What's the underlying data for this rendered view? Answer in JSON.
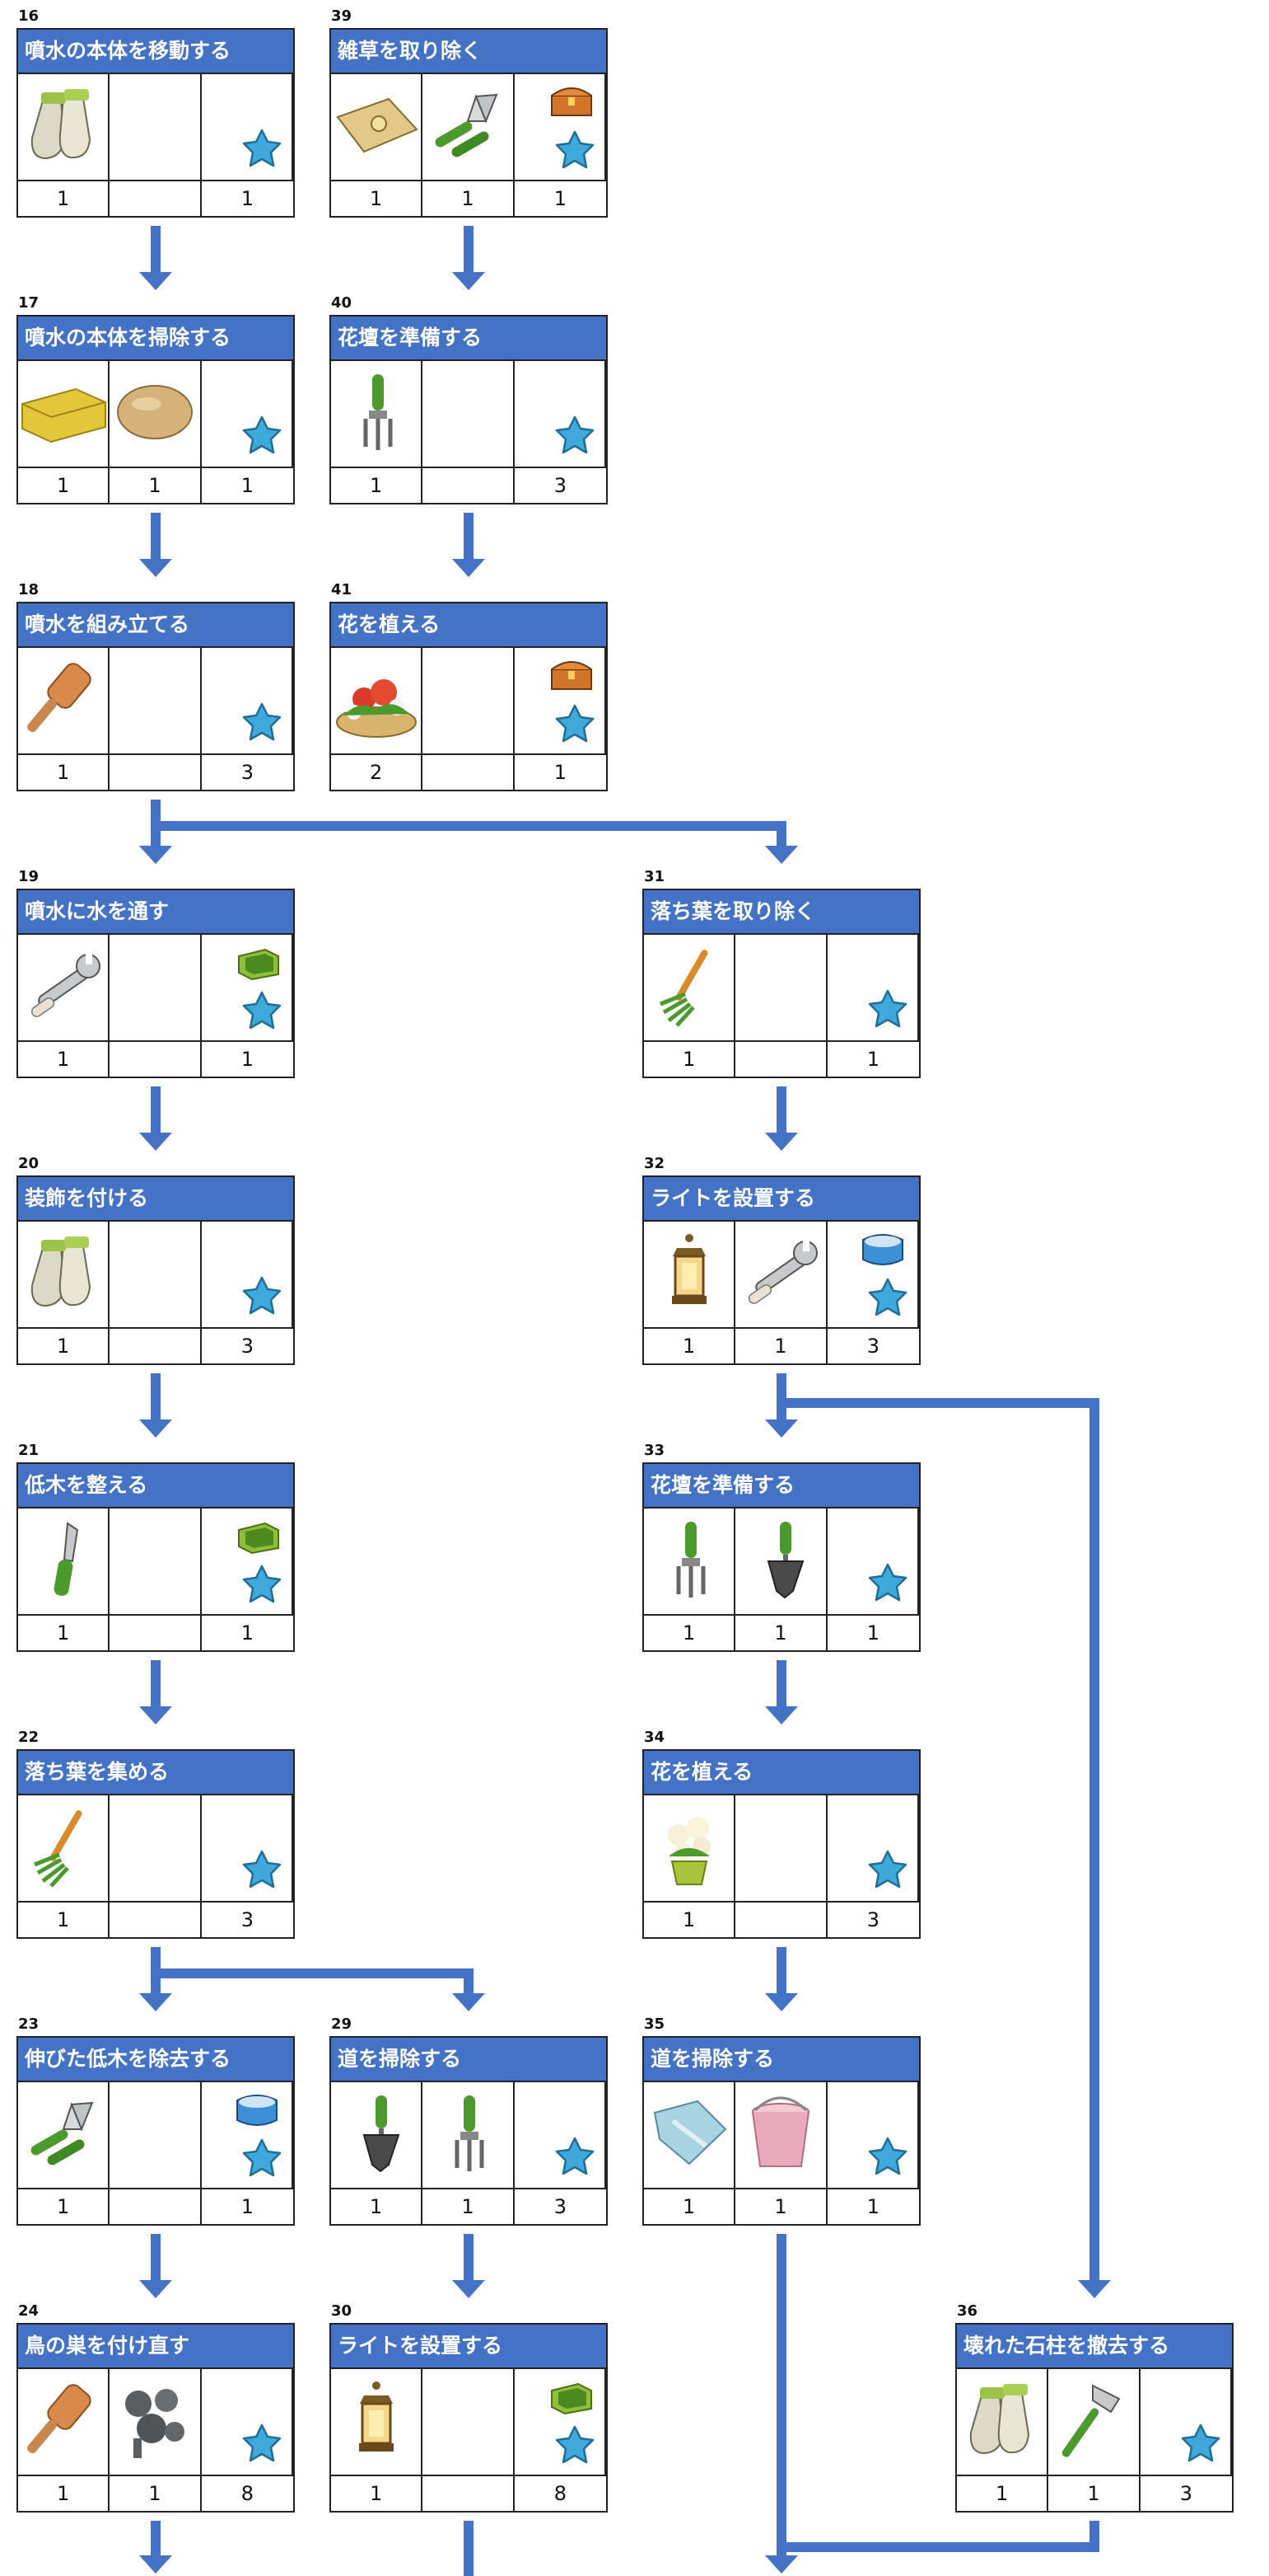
{
  "tasks": {
    "t16": {
      "num": "16",
      "title": "噴水の本体を移動する",
      "items": [
        {
          "icon": "gloves-icon",
          "qty": "1"
        },
        {
          "icon": "",
          "qty": ""
        },
        {
          "icon": "reward",
          "reward": [
            "star-icon"
          ],
          "qty": "1"
        }
      ]
    },
    "t39": {
      "num": "39",
      "title": "雑草を取り除く",
      "items": [
        {
          "icon": "seed-bag-icon",
          "qty": "1"
        },
        {
          "icon": "pruning-shears-icon",
          "qty": "1"
        },
        {
          "icon": "reward",
          "reward": [
            "chest-icon",
            "star-icon"
          ],
          "qty": "1"
        }
      ]
    },
    "t17": {
      "num": "17",
      "title": "噴水の本体を掃除する",
      "items": [
        {
          "icon": "sponge-icon",
          "qty": "1"
        },
        {
          "icon": "stone-icon",
          "qty": "1"
        },
        {
          "icon": "reward",
          "reward": [
            "star-icon"
          ],
          "qty": "1"
        }
      ]
    },
    "t40": {
      "num": "40",
      "title": "花壇を準備する",
      "items": [
        {
          "icon": "hand-fork-icon",
          "qty": "1"
        },
        {
          "icon": "",
          "qty": ""
        },
        {
          "icon": "reward",
          "reward": [
            "star-icon"
          ],
          "qty": "3"
        }
      ]
    },
    "t18": {
      "num": "18",
      "title": "噴水を組み立てる",
      "items": [
        {
          "icon": "mallet-icon",
          "qty": "1"
        },
        {
          "icon": "",
          "qty": ""
        },
        {
          "icon": "reward",
          "reward": [
            "star-icon"
          ],
          "qty": "3"
        }
      ]
    },
    "t41": {
      "num": "41",
      "title": "花を植える",
      "items": [
        {
          "icon": "flower-basket-icon",
          "qty": "2"
        },
        {
          "icon": "",
          "qty": ""
        },
        {
          "icon": "reward",
          "reward": [
            "chest-icon",
            "star-icon"
          ],
          "qty": "1"
        }
      ]
    },
    "t19": {
      "num": "19",
      "title": "噴水に水を通す",
      "items": [
        {
          "icon": "wrench-icon",
          "qty": "1"
        },
        {
          "icon": "",
          "qty": ""
        },
        {
          "icon": "reward",
          "reward": [
            "green-box-icon",
            "star-icon"
          ],
          "qty": "1"
        }
      ]
    },
    "t31": {
      "num": "31",
      "title": "落ち葉を取り除く",
      "items": [
        {
          "icon": "rake-icon",
          "qty": "1"
        },
        {
          "icon": "",
          "qty": ""
        },
        {
          "icon": "reward",
          "reward": [
            "star-icon"
          ],
          "qty": "1"
        }
      ]
    },
    "t20": {
      "num": "20",
      "title": "装飾を付ける",
      "items": [
        {
          "icon": "gloves-icon",
          "qty": "1"
        },
        {
          "icon": "",
          "qty": ""
        },
        {
          "icon": "reward",
          "reward": [
            "star-icon"
          ],
          "qty": "3"
        }
      ]
    },
    "t32": {
      "num": "32",
      "title": "ライトを設置する",
      "items": [
        {
          "icon": "lantern-icon",
          "qty": "1"
        },
        {
          "icon": "wrench-icon",
          "qty": "1"
        },
        {
          "icon": "reward",
          "reward": [
            "blue-box-icon",
            "star-icon"
          ],
          "qty": "3"
        }
      ]
    },
    "t21": {
      "num": "21",
      "title": "低木を整える",
      "items": [
        {
          "icon": "knife-icon",
          "qty": "1"
        },
        {
          "icon": "",
          "qty": ""
        },
        {
          "icon": "reward",
          "reward": [
            "green-box-icon",
            "star-icon"
          ],
          "qty": "1"
        }
      ]
    },
    "t33": {
      "num": "33",
      "title": "花壇を準備する",
      "items": [
        {
          "icon": "hand-fork-icon",
          "qty": "1"
        },
        {
          "icon": "trowel-icon",
          "qty": "1"
        },
        {
          "icon": "reward",
          "reward": [
            "star-icon"
          ],
          "qty": "1"
        }
      ]
    },
    "t22": {
      "num": "22",
      "title": "落ち葉を集める",
      "items": [
        {
          "icon": "rake-icon",
          "qty": "1"
        },
        {
          "icon": "",
          "qty": ""
        },
        {
          "icon": "reward",
          "reward": [
            "star-icon"
          ],
          "qty": "3"
        }
      ]
    },
    "t34": {
      "num": "34",
      "title": "花を植える",
      "items": [
        {
          "icon": "potted-flower-icon",
          "qty": "1"
        },
        {
          "icon": "",
          "qty": ""
        },
        {
          "icon": "reward",
          "reward": [
            "star-icon"
          ],
          "qty": "3"
        }
      ]
    },
    "t23": {
      "num": "23",
      "title": "伸びた低木を除去する",
      "items": [
        {
          "icon": "pruning-shears-icon",
          "qty": "1"
        },
        {
          "icon": "",
          "qty": ""
        },
        {
          "icon": "reward",
          "reward": [
            "blue-box-icon",
            "star-icon"
          ],
          "qty": "1"
        }
      ]
    },
    "t29": {
      "num": "29",
      "title": "道を掃除する",
      "items": [
        {
          "icon": "trowel-icon",
          "qty": "1"
        },
        {
          "icon": "hand-fork-icon",
          "qty": "1"
        },
        {
          "icon": "reward",
          "reward": [
            "star-icon"
          ],
          "qty": "3"
        }
      ]
    },
    "t35": {
      "num": "35",
      "title": "道を掃除する",
      "items": [
        {
          "icon": "cloth-icon",
          "qty": "1"
        },
        {
          "icon": "bucket-icon",
          "qty": "1"
        },
        {
          "icon": "reward",
          "reward": [
            "star-icon"
          ],
          "qty": "1"
        }
      ]
    },
    "t24": {
      "num": "24",
      "title": "鳥の巣を付け直す",
      "items": [
        {
          "icon": "mallet-icon",
          "qty": "1"
        },
        {
          "icon": "bolts-icon",
          "qty": "1"
        },
        {
          "icon": "reward",
          "reward": [
            "star-icon"
          ],
          "qty": "8"
        }
      ]
    },
    "t30": {
      "num": "30",
      "title": "ライトを設置する",
      "items": [
        {
          "icon": "lantern-icon",
          "qty": "1"
        },
        {
          "icon": "",
          "qty": ""
        },
        {
          "icon": "reward",
          "reward": [
            "green-box-icon",
            "star-icon"
          ],
          "qty": "8"
        }
      ]
    },
    "t36": {
      "num": "36",
      "title": "壊れた石柱を撤去する",
      "items": [
        {
          "icon": "gloves-icon",
          "qty": "1"
        },
        {
          "icon": "axe-icon",
          "qty": "1"
        },
        {
          "icon": "reward",
          "reward": [
            "star-icon"
          ],
          "qty": "3"
        }
      ]
    }
  },
  "colors": {
    "header": "#4472c4",
    "arrow": "#4472c4",
    "star": "#3fa9dc"
  }
}
